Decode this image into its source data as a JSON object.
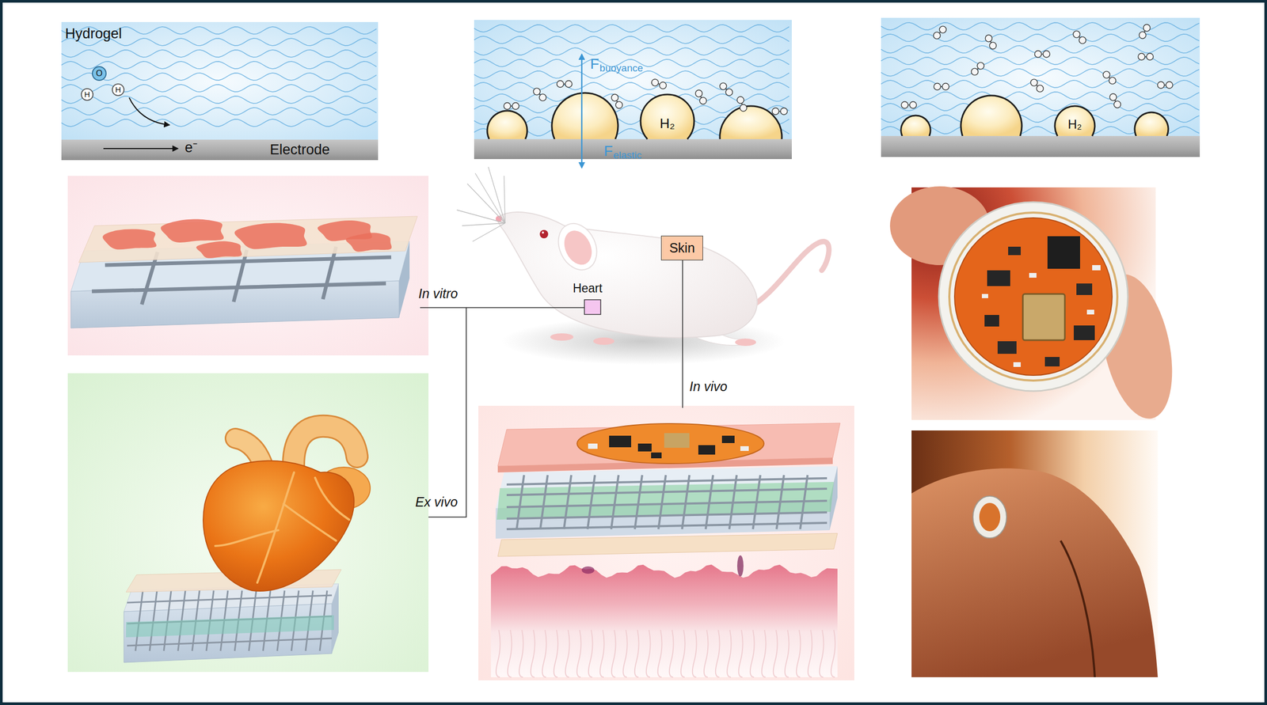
{
  "diagram": {
    "nodes": [
      {
        "text": [
          "Hydrogel"
        ]
      },
      {
        "text": [
          "Electrode"
        ],
        "in": 0
      },
      {
        "text": [
          "O"
        ],
        "in": 0
      },
      {
        "text": [
          "H"
        ],
        "in": 0
      },
      {
        "text": [
          "H"
        ],
        "in": 0
      },
      {
        "text": [
          "H₂"
        ]
      },
      {
        "text": [
          "H₂"
        ]
      },
      {
        "text": [
          "Skin"
        ]
      }
    ],
    "labels": [
      "e⁻",
      "F",
      "buoyance",
      "F",
      "elastic",
      "In vitro",
      "Heart",
      "In vivo",
      "Ex vivo"
    ]
  }
}
